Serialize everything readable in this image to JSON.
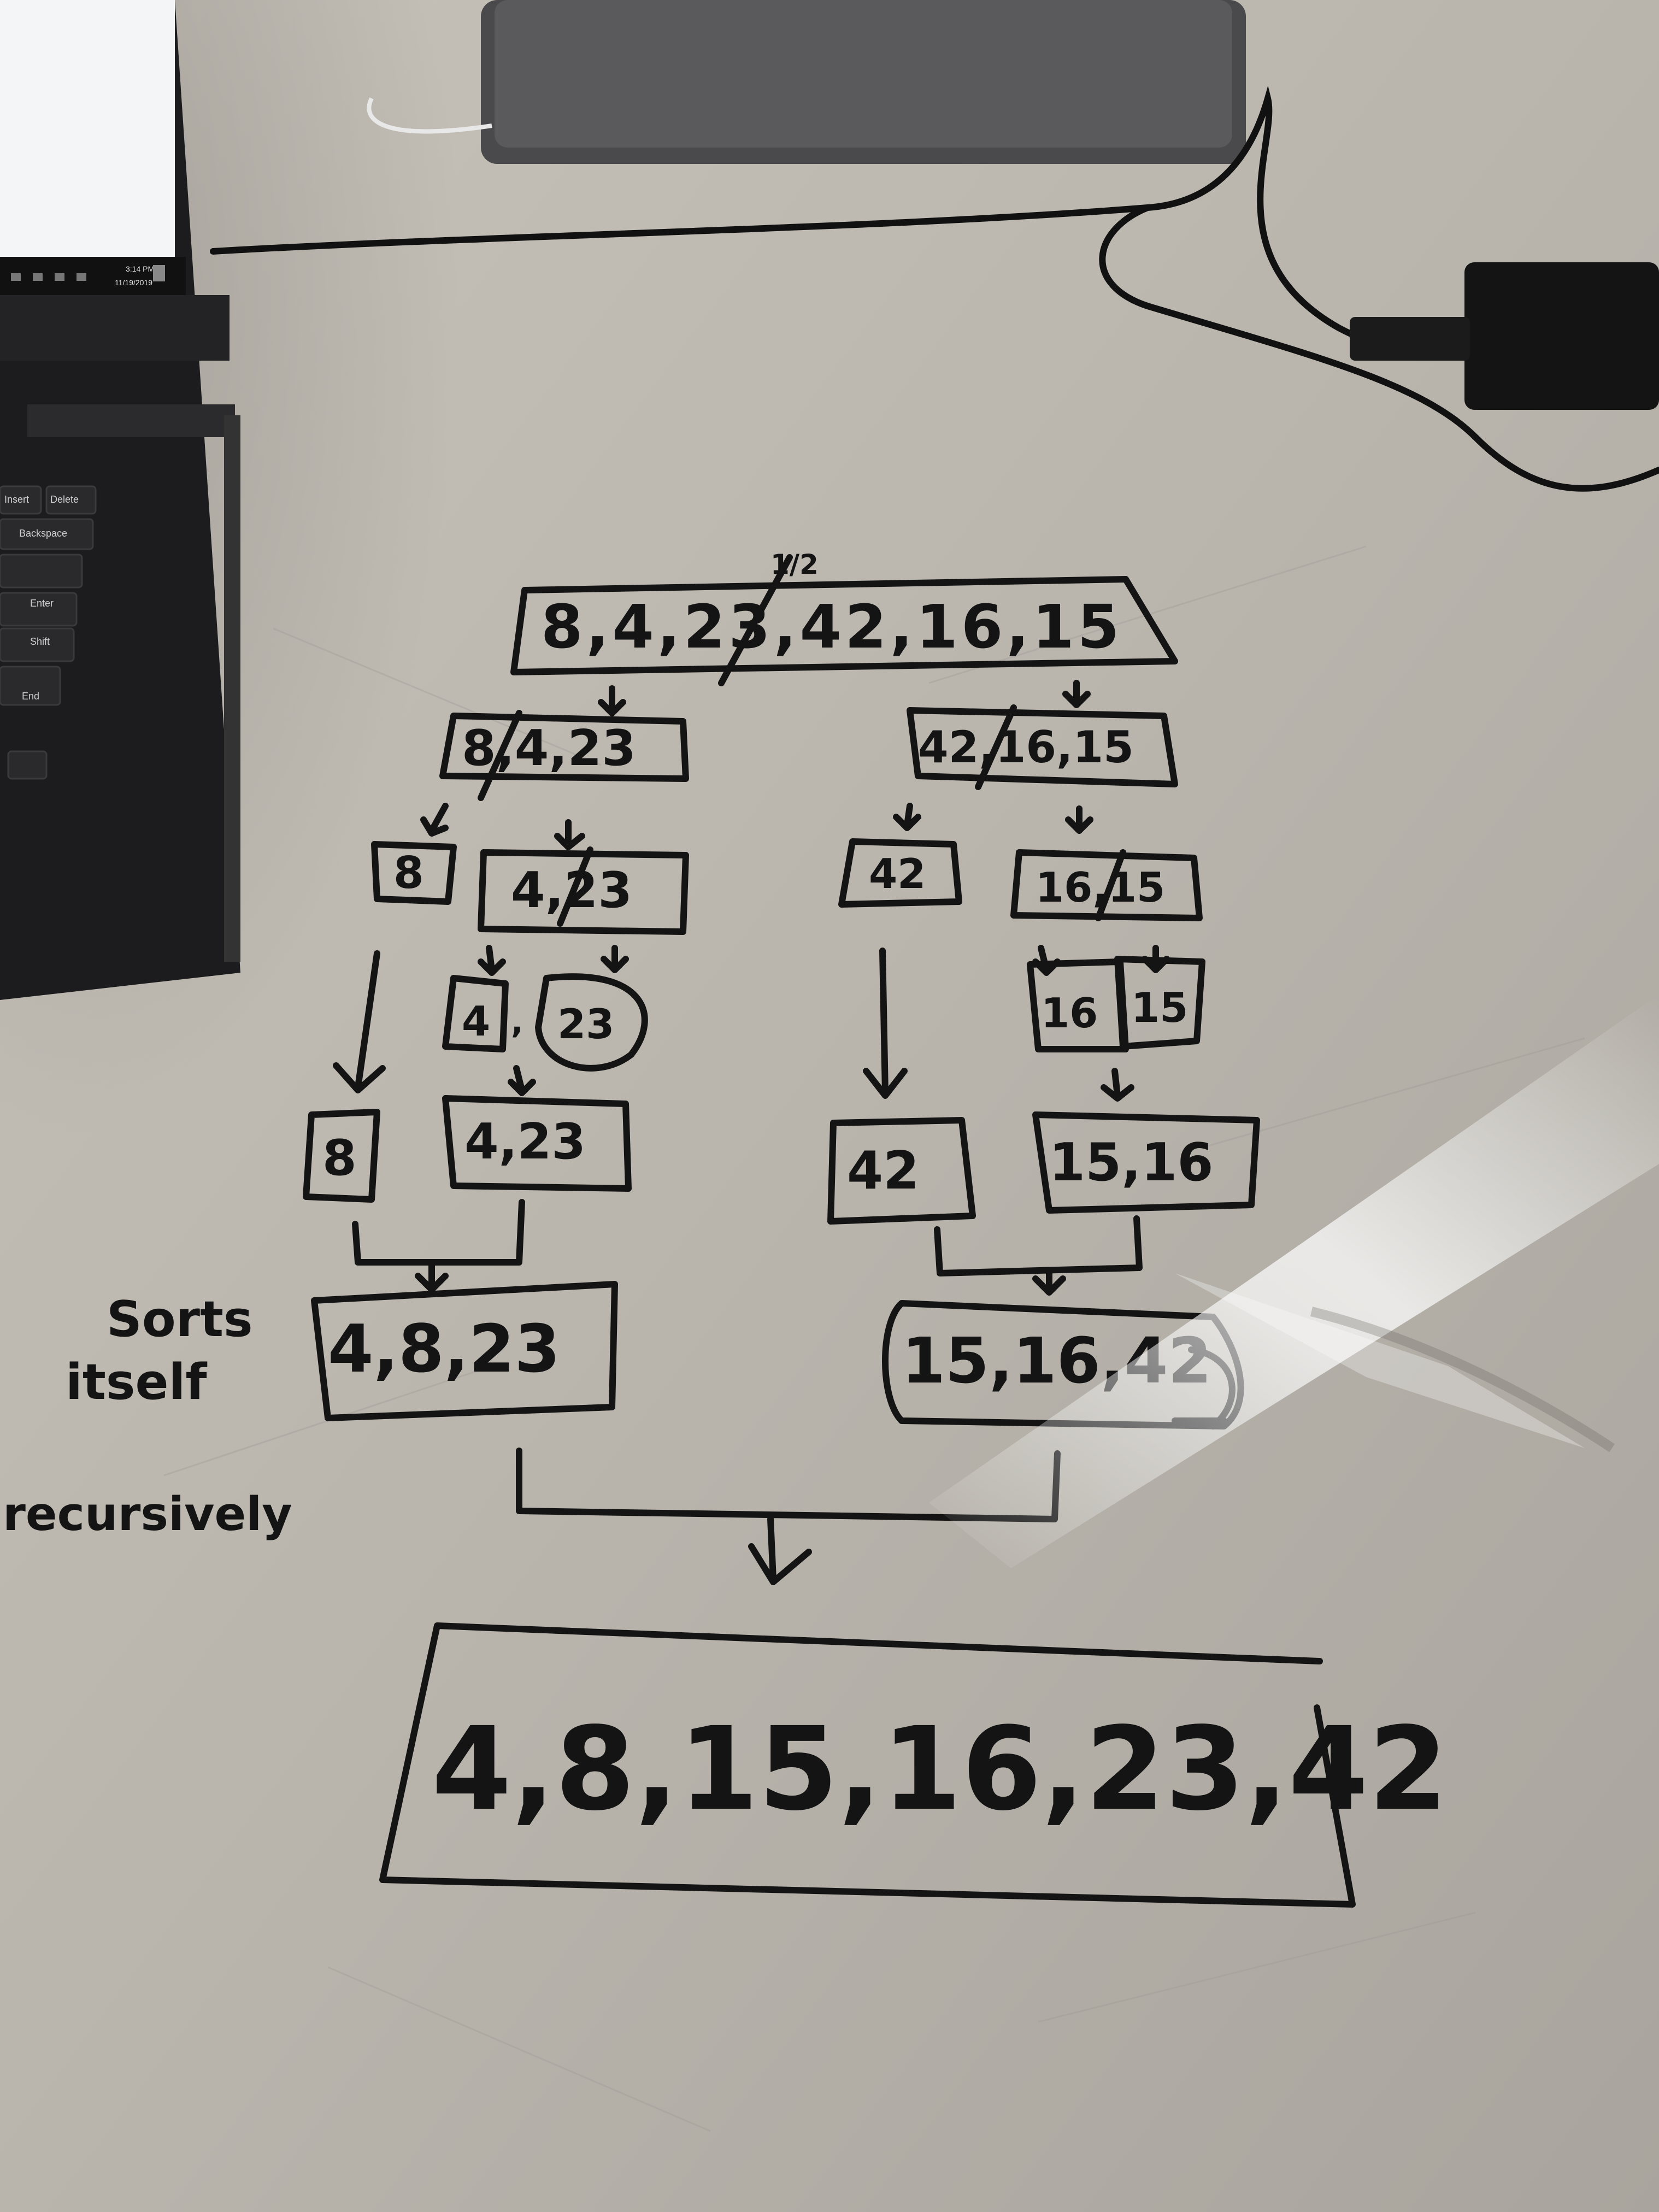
{
  "laptop": {
    "clock_time": "3:14 PM",
    "clock_date": "11/19/2019",
    "keys": [
      "Insert",
      "Delete",
      "Backspace",
      "Enter",
      "Shift",
      "End"
    ]
  },
  "diagram": {
    "split_marker": "1/2",
    "root": "8,4,23,42,16,15",
    "level1": {
      "left": "8,4,23",
      "right": "42,16,15"
    },
    "level2": {
      "a": "8",
      "b": "4,23",
      "c": "42",
      "d": "16,15"
    },
    "level3": {
      "a": "4",
      "comma": ",",
      "b": "23",
      "c": "16",
      "d": "15"
    },
    "level4": {
      "a": "8",
      "b": "4,23",
      "c": "42",
      "d": "15,16"
    },
    "merged": {
      "left": "4,8,23",
      "right": "15,16,42"
    },
    "result": "4,8,15,16,23,42",
    "note_lines": [
      "Sorts",
      "itself",
      "recursively"
    ]
  },
  "colors": {
    "whiteboard": "#b7b3ab",
    "marker": "#141414",
    "laptop": "#1c1c1e",
    "glare": "#f4f4f2"
  }
}
